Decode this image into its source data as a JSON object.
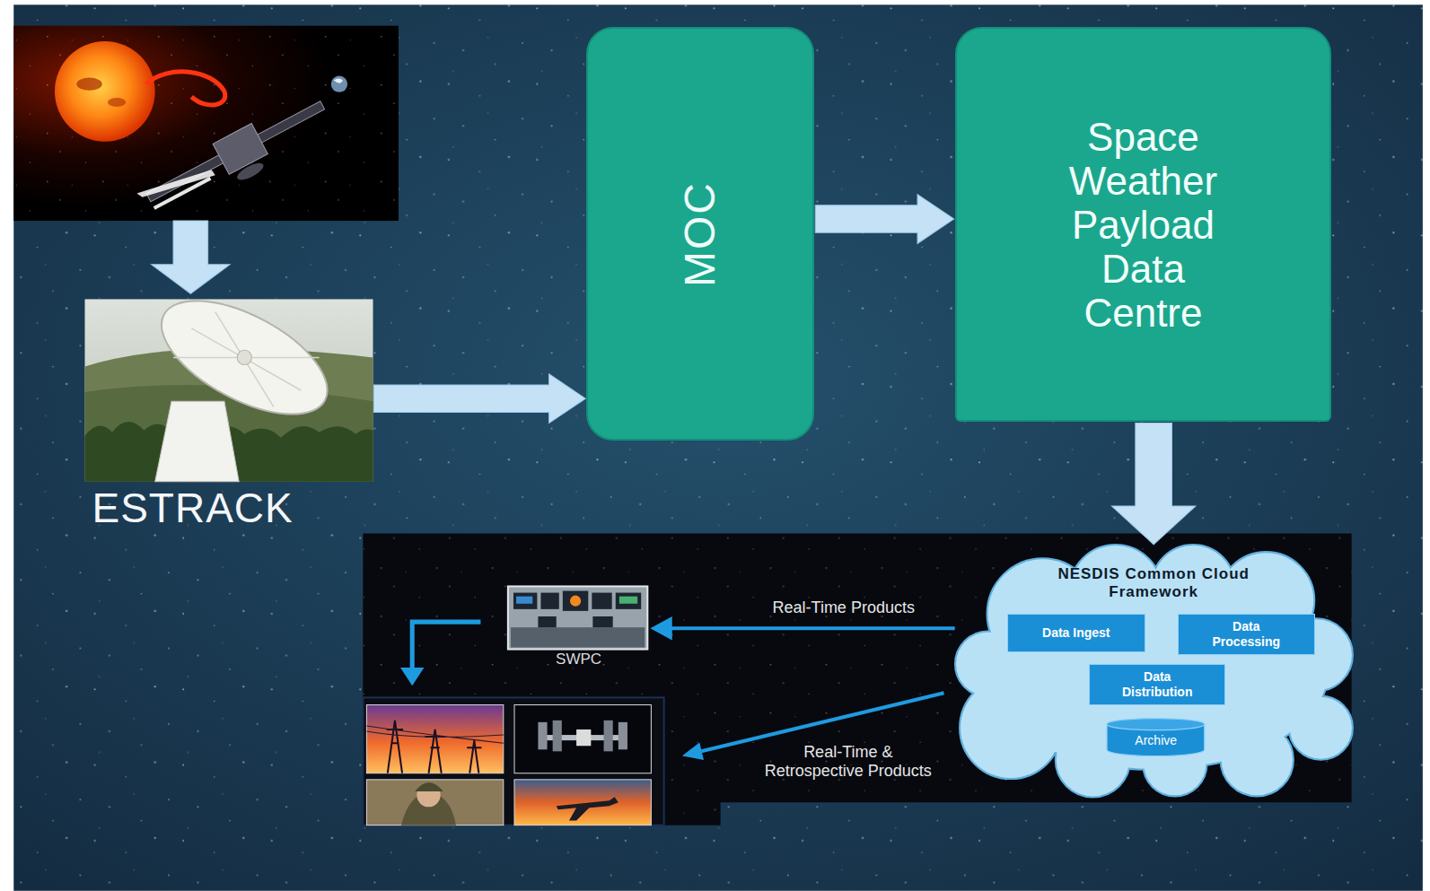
{
  "diagram": {
    "nodes": [
      {
        "text": [
          "ESTRACK"
        ]
      },
      {
        "text": [
          "MOC"
        ]
      },
      {
        "text": [
          "Space Weather Payload Data Centre"
        ]
      },
      {
        "text": [
          "SWPC"
        ]
      },
      {
        "text": [
          "NESDIS Common Cloud Framework"
        ]
      },
      {
        "text": [
          "Data Ingest"
        ],
        "in": 4
      },
      {
        "text": [
          "Data Processing"
        ],
        "in": 4
      },
      {
        "text": [
          "Data Distribution"
        ],
        "in": 4
      },
      {
        "text": [
          "Archive"
        ],
        "in": 4
      }
    ],
    "edges": [
      {
        "from": 0,
        "to": 1,
        "arrow": "to"
      },
      {
        "from": 1,
        "to": 2,
        "arrow": "to"
      },
      {
        "from": 2,
        "to": 4,
        "arrow": "to"
      },
      {
        "from": 4,
        "to": 3,
        "label": "Real-Time Products",
        "arrow": "to"
      }
    ],
    "labels": [
      "Real-Time & Retrospective Products"
    ]
  }
}
